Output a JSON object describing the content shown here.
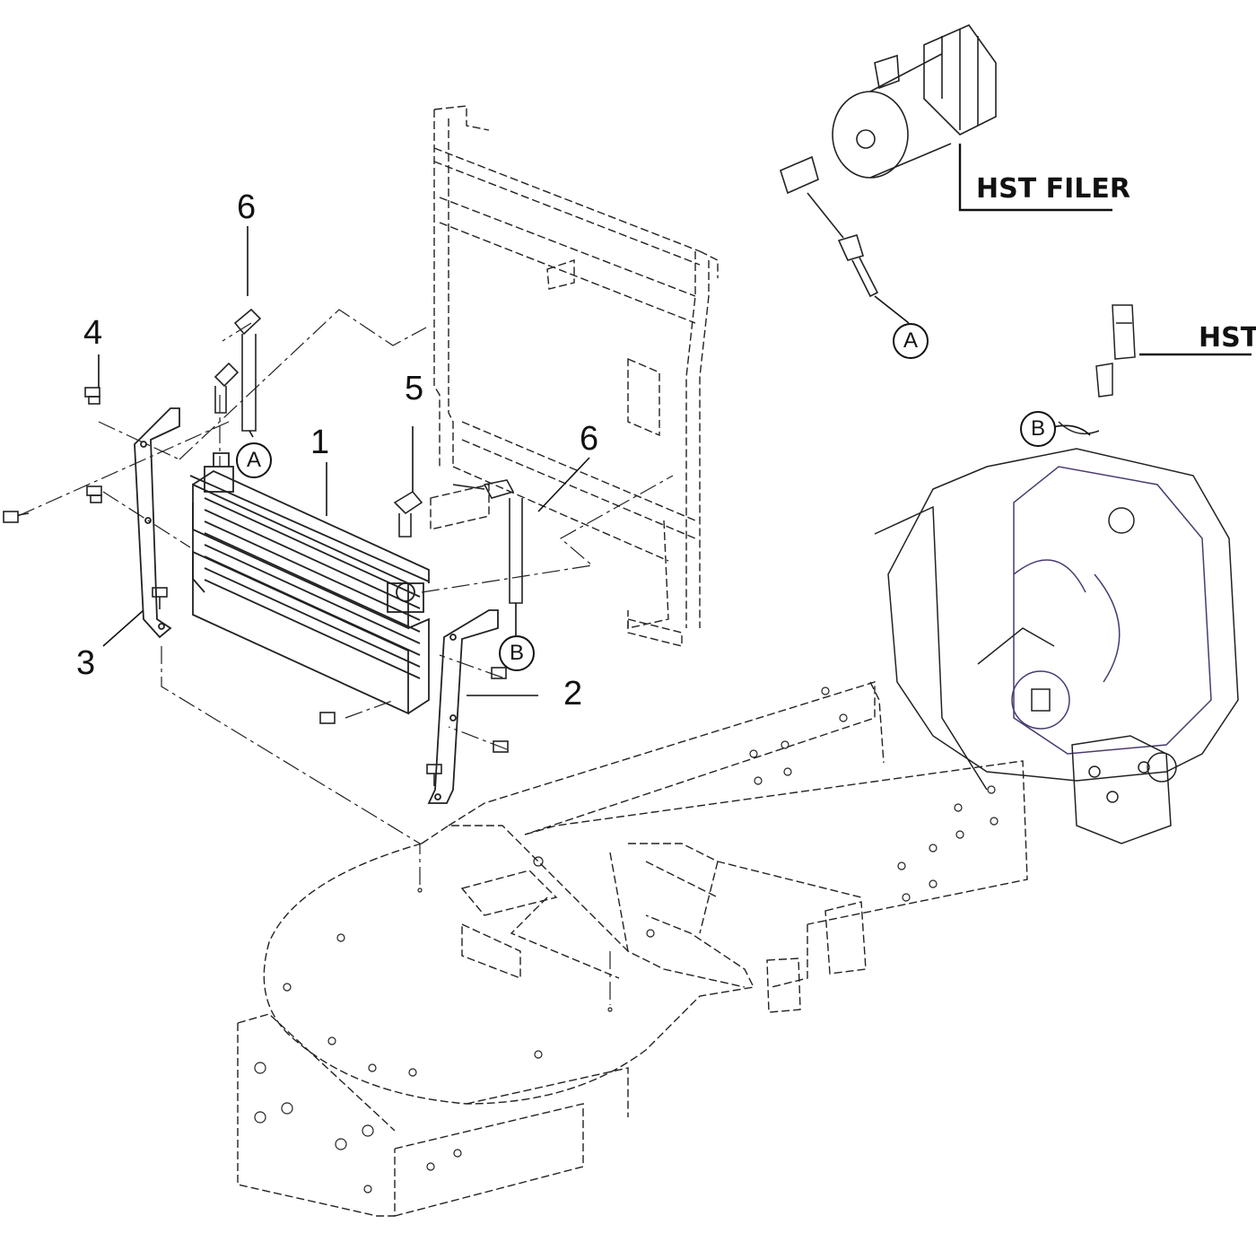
{
  "callouts": {
    "part_1": "1",
    "part_2": "2",
    "part_3": "3",
    "part_4": "4",
    "part_5": "5",
    "part_6_left": "6",
    "part_6_right": "6"
  },
  "connectors": {
    "a_cooler": "A",
    "a_filter": "A",
    "b_cooler": "B",
    "b_hst": "B"
  },
  "sections": {
    "filter": "HST FILER",
    "hst": "HST"
  }
}
